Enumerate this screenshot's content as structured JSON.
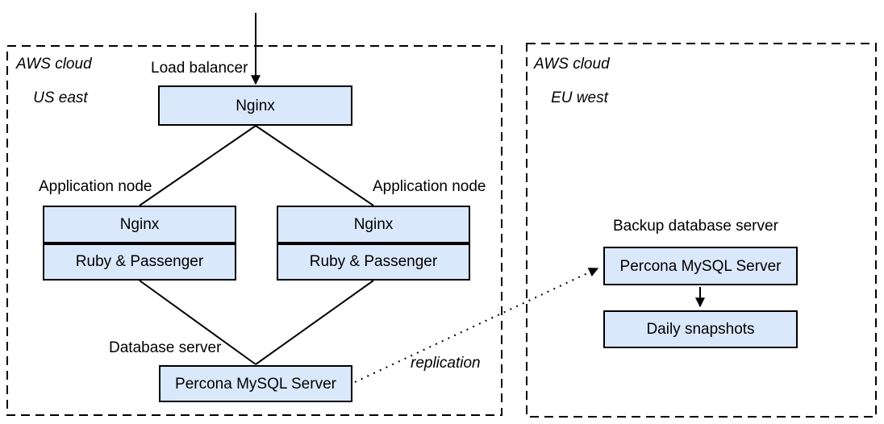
{
  "colors": {
    "background": "#ffffff",
    "node_fill": "#dae8fc",
    "node_border": "#000000",
    "connector": "#000000",
    "text": "#000000"
  },
  "regions": [
    {
      "title_line1": "AWS cloud",
      "title_line2": "US east"
    },
    {
      "title_line1": "AWS cloud",
      "title_line2": "EU west"
    }
  ],
  "us_east": {
    "load_balancer": {
      "label": "Load balancer",
      "box": "Nginx"
    },
    "app_nodes": [
      {
        "label": "Application node",
        "rows": [
          "Nginx",
          "Ruby & Passenger"
        ]
      },
      {
        "label": "Application node",
        "rows": [
          "Nginx",
          "Ruby & Passenger"
        ]
      }
    ],
    "database": {
      "label": "Database server",
      "box": "Percona MySQL Server"
    }
  },
  "eu_west": {
    "backup": {
      "label": "Backup database server",
      "box": "Percona MySQL Server"
    },
    "snapshots": {
      "box": "Daily snapshots"
    }
  },
  "edges": {
    "replication_label": "replication"
  }
}
